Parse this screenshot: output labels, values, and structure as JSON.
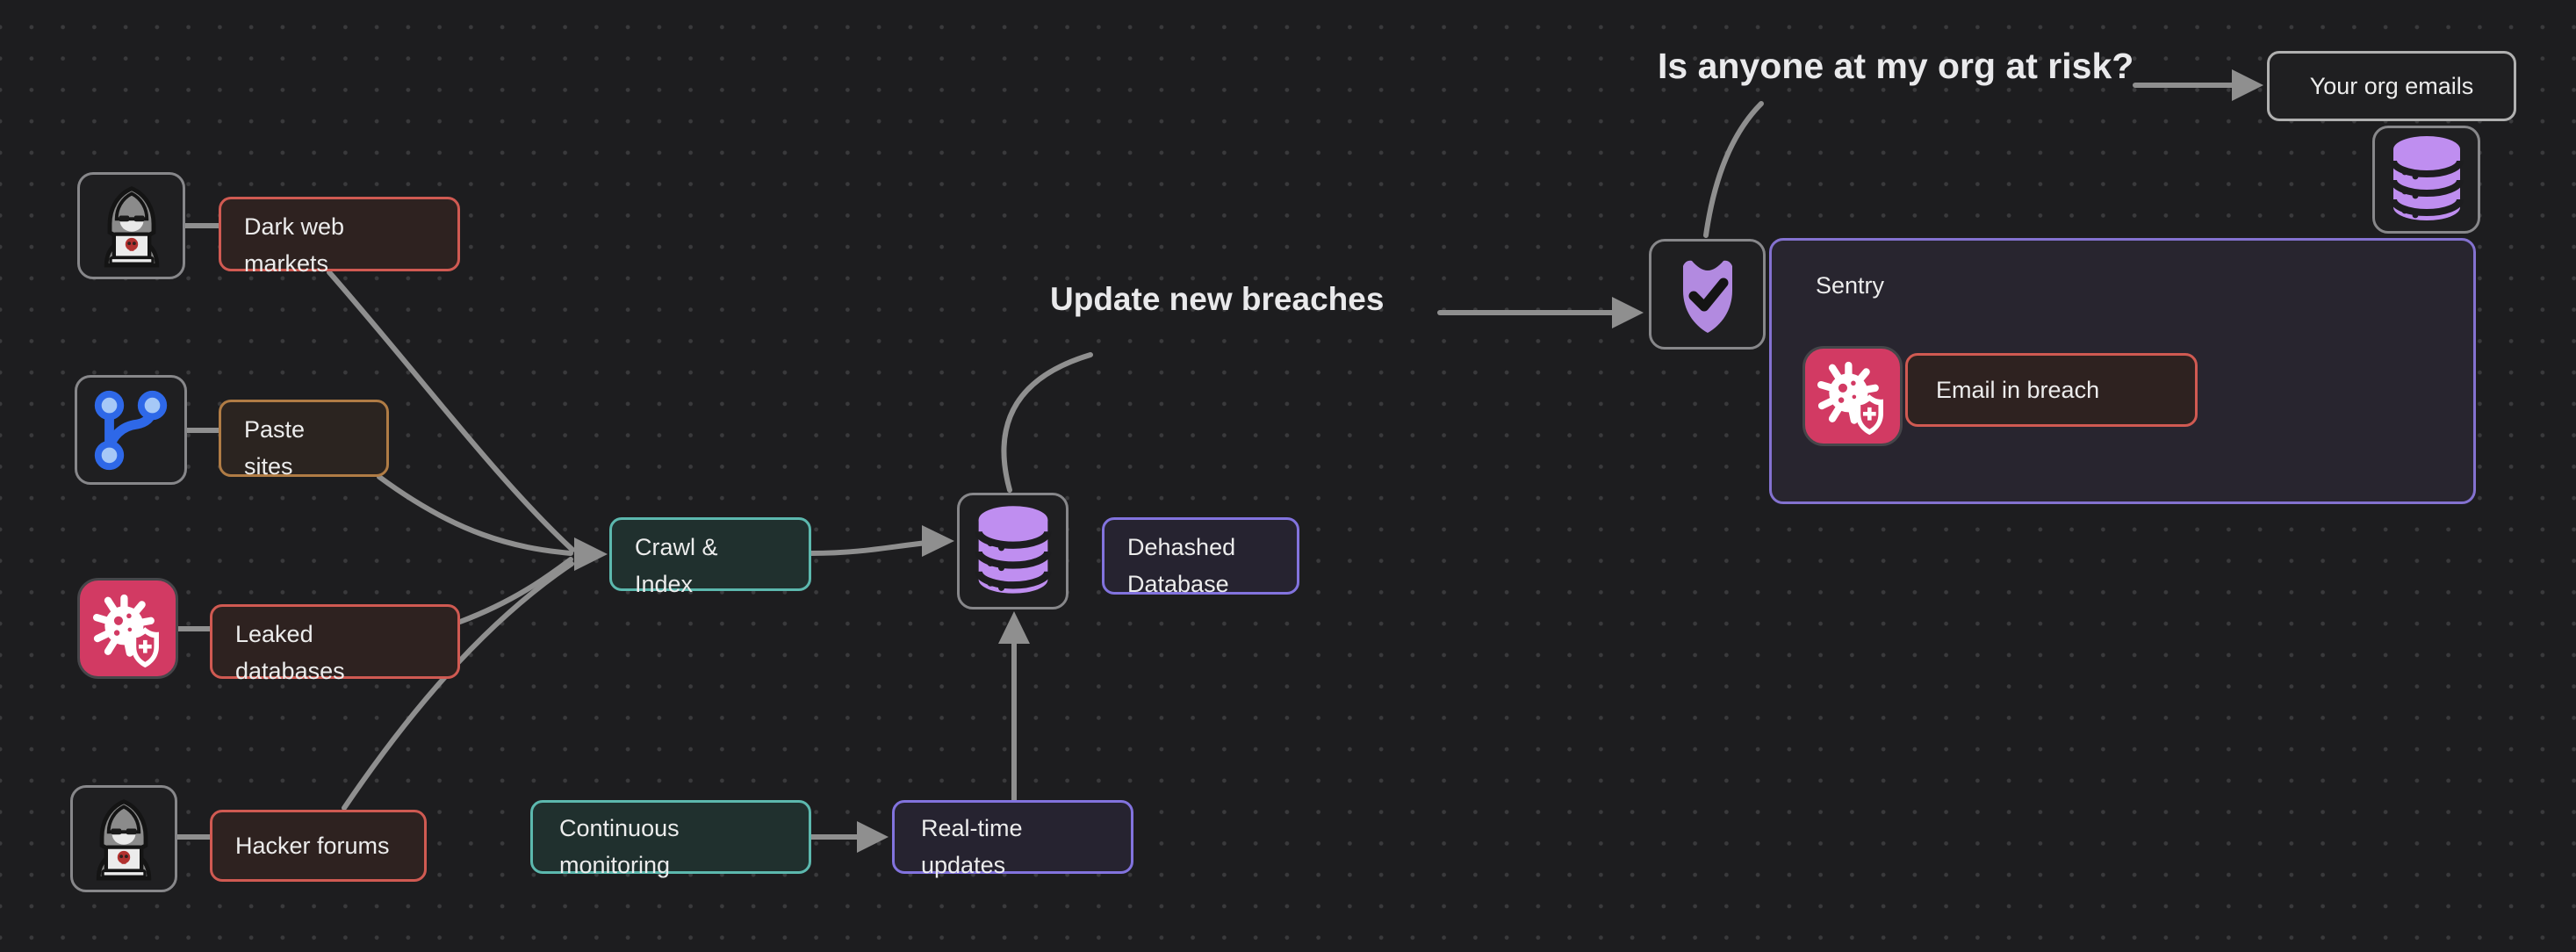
{
  "canvas": {
    "background": "#1d1d1f",
    "dot_grid_color": "#3a3a3c",
    "connector_color": "#8f8f8f"
  },
  "annotations": {
    "org_risk_question": "Is anyone at my org at risk?",
    "update_new_breaches": "Update new breaches"
  },
  "nodes": {
    "dark_web_markets": {
      "label": "Dark web\nmarkets",
      "border_color": "#d05a52",
      "fill": "#2e2220",
      "icon": "hacker-icon"
    },
    "paste_sites": {
      "label": "Paste\nsites",
      "border_color": "#b07c45",
      "fill": "#2b2420",
      "icon": "git-branch-icon"
    },
    "leaked_databases": {
      "label": "Leaked\ndatabases",
      "border_color": "#d05a52",
      "fill": "#2e2220",
      "icon": "virus-shield-icon"
    },
    "hacker_forums": {
      "label": "Hacker forums",
      "border_color": "#d05a52",
      "fill": "#2e2220",
      "icon": "hacker-icon"
    },
    "crawl_index": {
      "label": "Crawl &\nIndex",
      "border_color": "#5cb8ae",
      "fill": "#20302e"
    },
    "dehashed_database": {
      "label": "Dehashed\nDatabase",
      "border_color": "#8273de",
      "fill": "#262330",
      "icon": "database-icon"
    },
    "continuous_monitoring": {
      "label": "Continuous\nmonitoring",
      "border_color": "#5cb8ae",
      "fill": "#20302e"
    },
    "real_time_updates": {
      "label": "Real-time\nupdates",
      "border_color": "#8273de",
      "fill": "#262330"
    },
    "sentry_group": {
      "label": "Sentry",
      "border_color": "#8472d0",
      "fill": "#28252f",
      "icon": "shield-check-icon"
    },
    "email_in_breach": {
      "label": "Email in breach",
      "border_color": "#d05a52",
      "fill": "#2e2220",
      "icon": "virus-shield-icon"
    },
    "your_org_emails": {
      "label": "Your org emails",
      "border_color": "#b0b0b0",
      "icon": "database-icon"
    }
  },
  "icon_colors": {
    "database_purple": "#bf8ef0",
    "shield_purple": "#b28ae0",
    "virus_tile_pink": "#d23a63",
    "git_blue": "#2e68e8",
    "hacker_gray": "#8b8b8b",
    "skull_red": "#b23230"
  }
}
